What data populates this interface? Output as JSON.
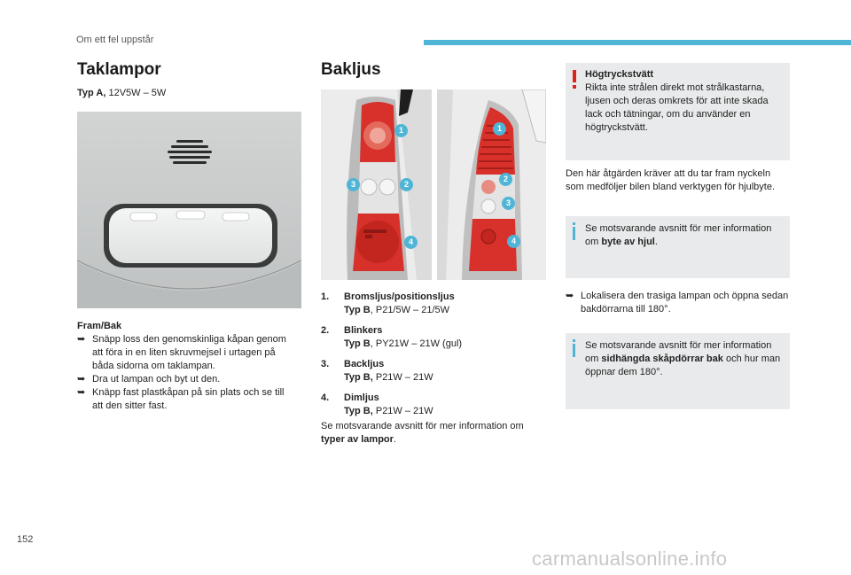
{
  "header": {
    "section_title": "Om ett fel uppstår"
  },
  "left": {
    "heading": "Taklampor",
    "type_prefix": "Typ A,",
    "type_value": "12V5W – 5W",
    "fram_bak": "Fram/Bak",
    "steps": [
      "Snäpp loss den genomskinliga kåpan genom att föra in en liten skruvmejsel i urtagen på båda sidorna om taklampan.",
      "Dra ut lampan och byt ut den.",
      "Knäpp fast plastkåpan på sin plats och se till att den sitter fast."
    ]
  },
  "middle": {
    "heading": "Bakljus",
    "callouts": [
      "1",
      "2",
      "3",
      "4"
    ],
    "items": [
      {
        "num": "1.",
        "name": "Bromsljus/positionsljus",
        "type": "Typ B",
        "value": ", P21/5W – 21/5W"
      },
      {
        "num": "2.",
        "name": "Blinkers",
        "type": "Typ B",
        "value": ", PY21W – 21W (gul)"
      },
      {
        "num": "3.",
        "name": "Backljus",
        "type": "Typ B,",
        "value": " P21W – 21W"
      },
      {
        "num": "4.",
        "name": "Dimljus",
        "type": "Typ B,",
        "value": " P21W – 21W"
      }
    ],
    "ref_text": "Se motsvarande avsnitt för mer information om",
    "ref_bold": "typer av lampor",
    "ref_end": "."
  },
  "right": {
    "warning_title": "Högtryckstvätt",
    "warning_text": "Rikta inte strålen direkt mot strålkastarna, ljusen och deras omkrets för att inte skada lack och tätningar, om du använder en högtryckstvätt.",
    "para": "Den här åtgärden kräver att du tar fram nyckeln som medföljer bilen bland verktygen för hjulbyte.",
    "info1_text": "Se motsvarande avsnitt för mer information om",
    "info1_bold": "byte av hjul",
    "info1_end": ".",
    "step": "Lokalisera den trasiga lampan och öppna sedan bakdörrarna till 180°.",
    "info2_text": "Se motsvarande avsnitt för mer information om",
    "info2_bold": "sidhängda skåpdörrar bak",
    "info2_end": " och hur man öppnar dem 180°."
  },
  "footer": {
    "page_number": "152"
  },
  "watermark": "carmanualsonline.info",
  "colors": {
    "accent": "#4fb5d6",
    "warning": "#d9261c",
    "lamp_red": "#d8302a",
    "box_bg": "#e9eaeb"
  }
}
